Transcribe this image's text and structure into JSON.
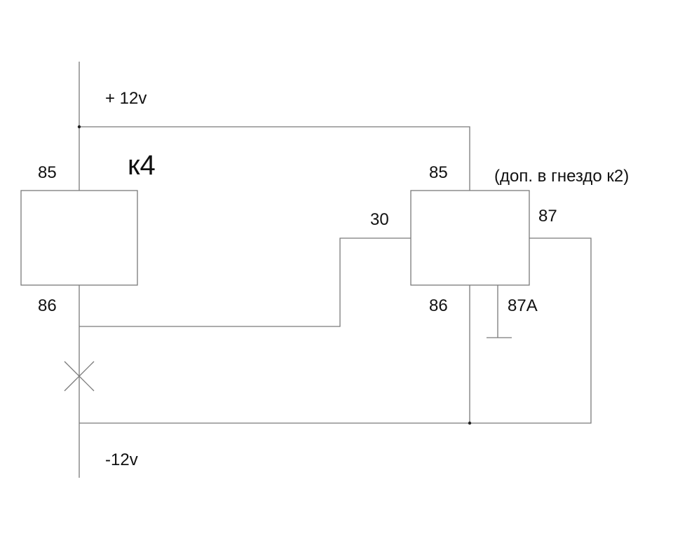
{
  "labels": {
    "supply_positive": "+ 12v",
    "supply_negative": "-12v",
    "relay_k4_name": "к4",
    "relay_k4_pin85": "85",
    "relay_k4_pin86": "86",
    "relay2_pin85": "85",
    "relay2_pin86": "86",
    "relay2_pin30": "30",
    "relay2_pin87": "87",
    "relay2_pin87a": "87A",
    "relay2_note": "(доп. в гнездо к2)"
  },
  "colors": {
    "wire": "#7a7a7a",
    "text": "#111111",
    "junction": "#222222"
  }
}
